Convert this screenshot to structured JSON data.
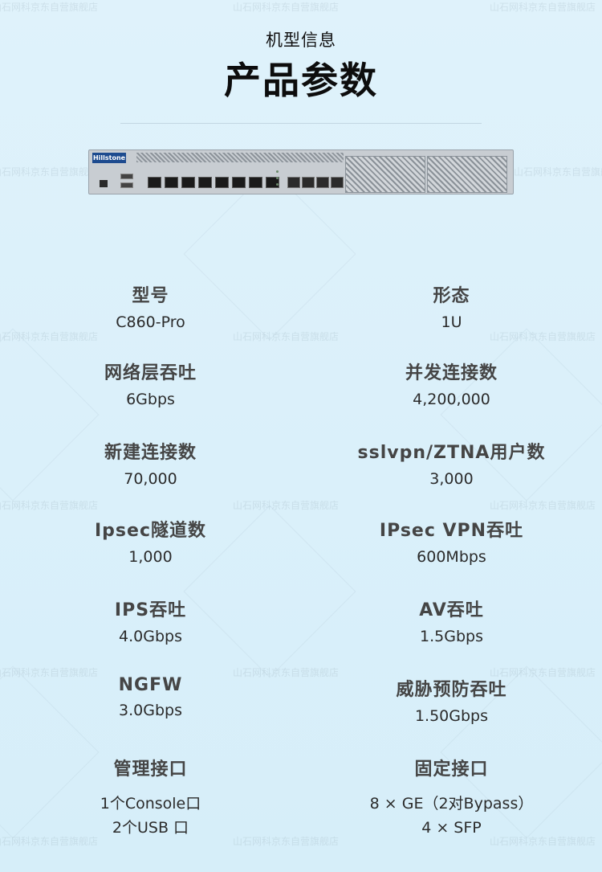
{
  "header": {
    "subtitle": "机型信息",
    "title": "产品参数"
  },
  "device": {
    "brand": "Hillstone"
  },
  "specs": [
    {
      "label": "型号",
      "value": "C860-Pro"
    },
    {
      "label": "形态",
      "value": "1U"
    },
    {
      "label": "网络层吞吐",
      "value": "6Gbps"
    },
    {
      "label": "并发连接数",
      "value": "4,200,000"
    },
    {
      "label": "新建连接数",
      "value": "70,000"
    },
    {
      "label": "sslvpn/ZTNA用户数",
      "value": "3,000"
    },
    {
      "label": "Ipsec隧道数",
      "value": "1,000"
    },
    {
      "label": "IPsec VPN吞吐",
      "value": "600Mbps"
    },
    {
      "label": "IPS吞吐",
      "value": "4.0Gbps"
    },
    {
      "label": "AV吞吐",
      "value": "1.5Gbps"
    },
    {
      "label": "NGFW",
      "value": "3.0Gbps"
    },
    {
      "label": "威胁预防吞吐",
      "value": "1.50Gbps"
    },
    {
      "label": "管理接口",
      "value_lines": [
        "1个Console口",
        "2个USB 口"
      ]
    },
    {
      "label": "固定接口",
      "value_lines": [
        "8 × GE（2对Bypass）",
        "4 × SFP"
      ]
    }
  ],
  "watermark": "山石网科京东自营旗舰店"
}
